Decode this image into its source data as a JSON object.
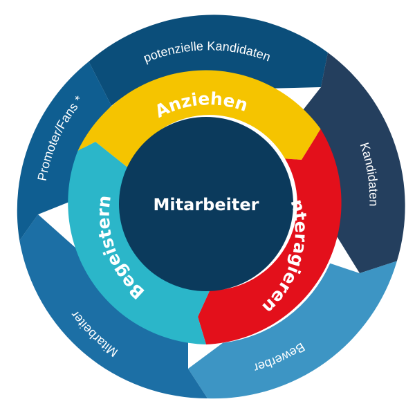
{
  "center": {
    "label": "Mitarbeiter",
    "color": "#0b3a5c"
  },
  "outer_ring": [
    {
      "label": "potenzielle Kandidaten",
      "color": "#0b4e7a"
    },
    {
      "label": "Kandidaten",
      "color": "#243f5e"
    },
    {
      "label": "Bewerber",
      "color": "#3d95c4"
    },
    {
      "label": "Mitarbeiter",
      "color": "#1c6fa5"
    },
    {
      "label": "Promoter/Fans *",
      "color": "#0f5e91"
    }
  ],
  "inner_ring": [
    {
      "label": "Anziehen",
      "color": "#f5c400"
    },
    {
      "label": "Interagieren",
      "color": "#e3101b"
    },
    {
      "label": "Begeistern",
      "color": "#2bb6c9"
    }
  ]
}
